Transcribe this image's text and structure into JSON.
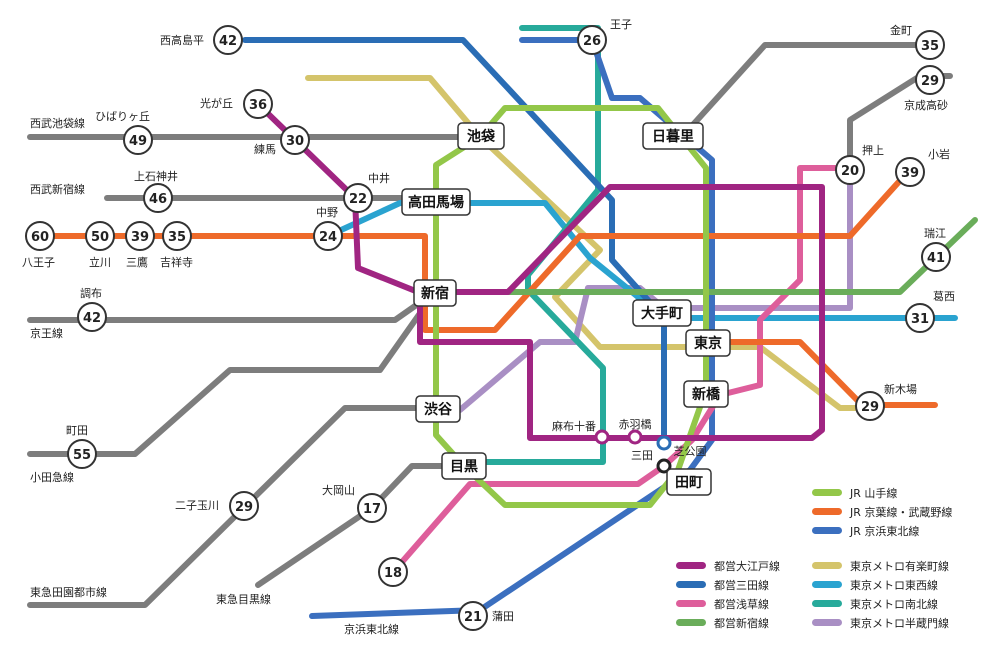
{
  "colors": {
    "yamanote": "#93c749",
    "keiyo": "#ee6a2a",
    "keihin": "#3b6fbf",
    "oedo": "#a02582",
    "mita": "#2a6db5",
    "asakusa": "#de5e9b",
    "shinjuku": "#6aad5a",
    "yurakucho": "#d4c46b",
    "tozai": "#2aa3d0",
    "namboku": "#27aa9b",
    "hanzomon": "#a98fc4",
    "private": "#7d7d7d"
  },
  "stations": {
    "ikebukuro": "池袋",
    "nippori": "日暮里",
    "takadanobaba": "高田馬場",
    "shinjuku": "新宿",
    "otemachi": "大手町",
    "tokyo": "東京",
    "shinbashi": "新橋",
    "shibuya": "渋谷",
    "meguro": "目黒",
    "tamachi": "田町"
  },
  "small_stations": {
    "azabujuban": "麻布十番",
    "akabanebashi": "赤羽橋",
    "shibakoen": "芝公園",
    "mita": "三田"
  },
  "terminals": {
    "nishitakashimadaira": {
      "name": "西高島平",
      "minutes": "42"
    },
    "oji": {
      "name": "王子",
      "minutes": "26"
    },
    "kanamachi": {
      "name": "金町",
      "minutes": "35"
    },
    "keiseitakasago": {
      "name": "京成高砂",
      "minutes": "29"
    },
    "hikarigaoka": {
      "name": "光が丘",
      "minutes": "36"
    },
    "nerima": {
      "name": "練馬",
      "minutes": "30"
    },
    "hibarigaoka": {
      "name": "ひばりヶ丘",
      "minutes": "49"
    },
    "kamishakujii": {
      "name": "上石神井",
      "minutes": "46"
    },
    "nakai": {
      "name": "中井",
      "minutes": "22"
    },
    "nakano": {
      "name": "中野",
      "minutes": "24"
    },
    "hachioji": {
      "name": "八王子",
      "minutes": "60"
    },
    "tachikawa": {
      "name": "立川",
      "minutes": "50"
    },
    "mitaka": {
      "name": "三鷹",
      "minutes": "39"
    },
    "kichijoji": {
      "name": "吉祥寺",
      "minutes": "35"
    },
    "oshiage": {
      "name": "押上",
      "minutes": "20"
    },
    "koiwa": {
      "name": "小岩",
      "minutes": "39"
    },
    "mizue": {
      "name": "瑞江",
      "minutes": "41"
    },
    "chofu": {
      "name": "調布",
      "minutes": "42"
    },
    "kasai": {
      "name": "葛西",
      "minutes": "31"
    },
    "machida": {
      "name": "町田",
      "minutes": "55"
    },
    "shinkiba": {
      "name": "新木場",
      "minutes": "29"
    },
    "futakotamagawa": {
      "name": "二子玉川",
      "minutes": "29"
    },
    "ookayama": {
      "name": "大岡山",
      "minutes": "17"
    },
    "tokyu_meguro_end": {
      "name": "",
      "minutes": "18"
    },
    "kamata": {
      "name": "蒲田",
      "minutes": "21"
    }
  },
  "line_labels": {
    "seibu_ikebukuro": "西武池袋線",
    "seibu_shinjuku": "西武新宿線",
    "keio": "京王線",
    "odakyu": "小田急線",
    "denentoshi": "東急田園都市線",
    "tokyu_meguro": "東急目黒線",
    "keihin_tohoku": "京浜東北線"
  },
  "legend_jr": [
    {
      "label": "JR 山手線",
      "color": "#93c749"
    },
    {
      "label": "JR 京葉線・武蔵野線",
      "color": "#ee6a2a"
    },
    {
      "label": "JR 京浜東北線",
      "color": "#3b6fbf"
    }
  ],
  "legend_left": [
    {
      "label": "都営大江戸線",
      "color": "#a02582"
    },
    {
      "label": "都営三田線",
      "color": "#2a6db5"
    },
    {
      "label": "都営浅草線",
      "color": "#de5e9b"
    },
    {
      "label": "都営新宿線",
      "color": "#6aad5a"
    }
  ],
  "legend_right": [
    {
      "label": "東京メトロ有楽町線",
      "color": "#d4c46b"
    },
    {
      "label": "東京メトロ東西線",
      "color": "#2aa3d0"
    },
    {
      "label": "東京メトロ南北線",
      "color": "#27aa9b"
    },
    {
      "label": "東京メトロ半蔵門線",
      "color": "#a98fc4"
    }
  ]
}
